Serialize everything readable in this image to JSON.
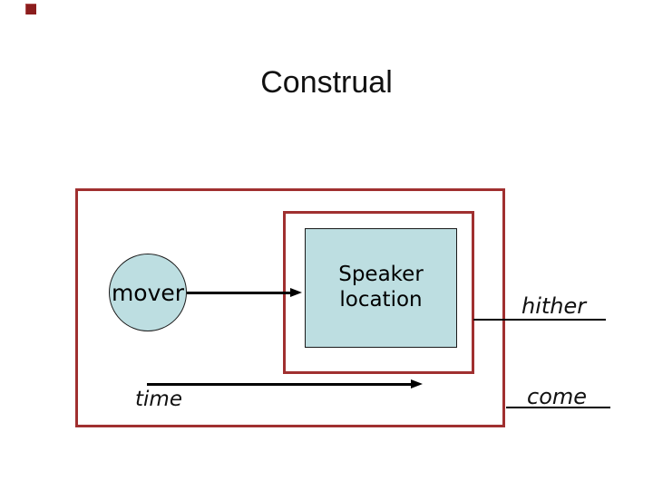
{
  "slide": {
    "title": "Construal"
  },
  "diagram": {
    "mover": {
      "label": "mover"
    },
    "speaker_location": {
      "label": "Speaker location"
    },
    "time": {
      "label": "time"
    },
    "hither": {
      "label": "hither"
    },
    "come": {
      "label": "come"
    }
  },
  "colors": {
    "frame_red": "#a03030",
    "shape_fill": "#bddee1",
    "corner_square": "#8b1d1d",
    "line_black": "#000000"
  }
}
